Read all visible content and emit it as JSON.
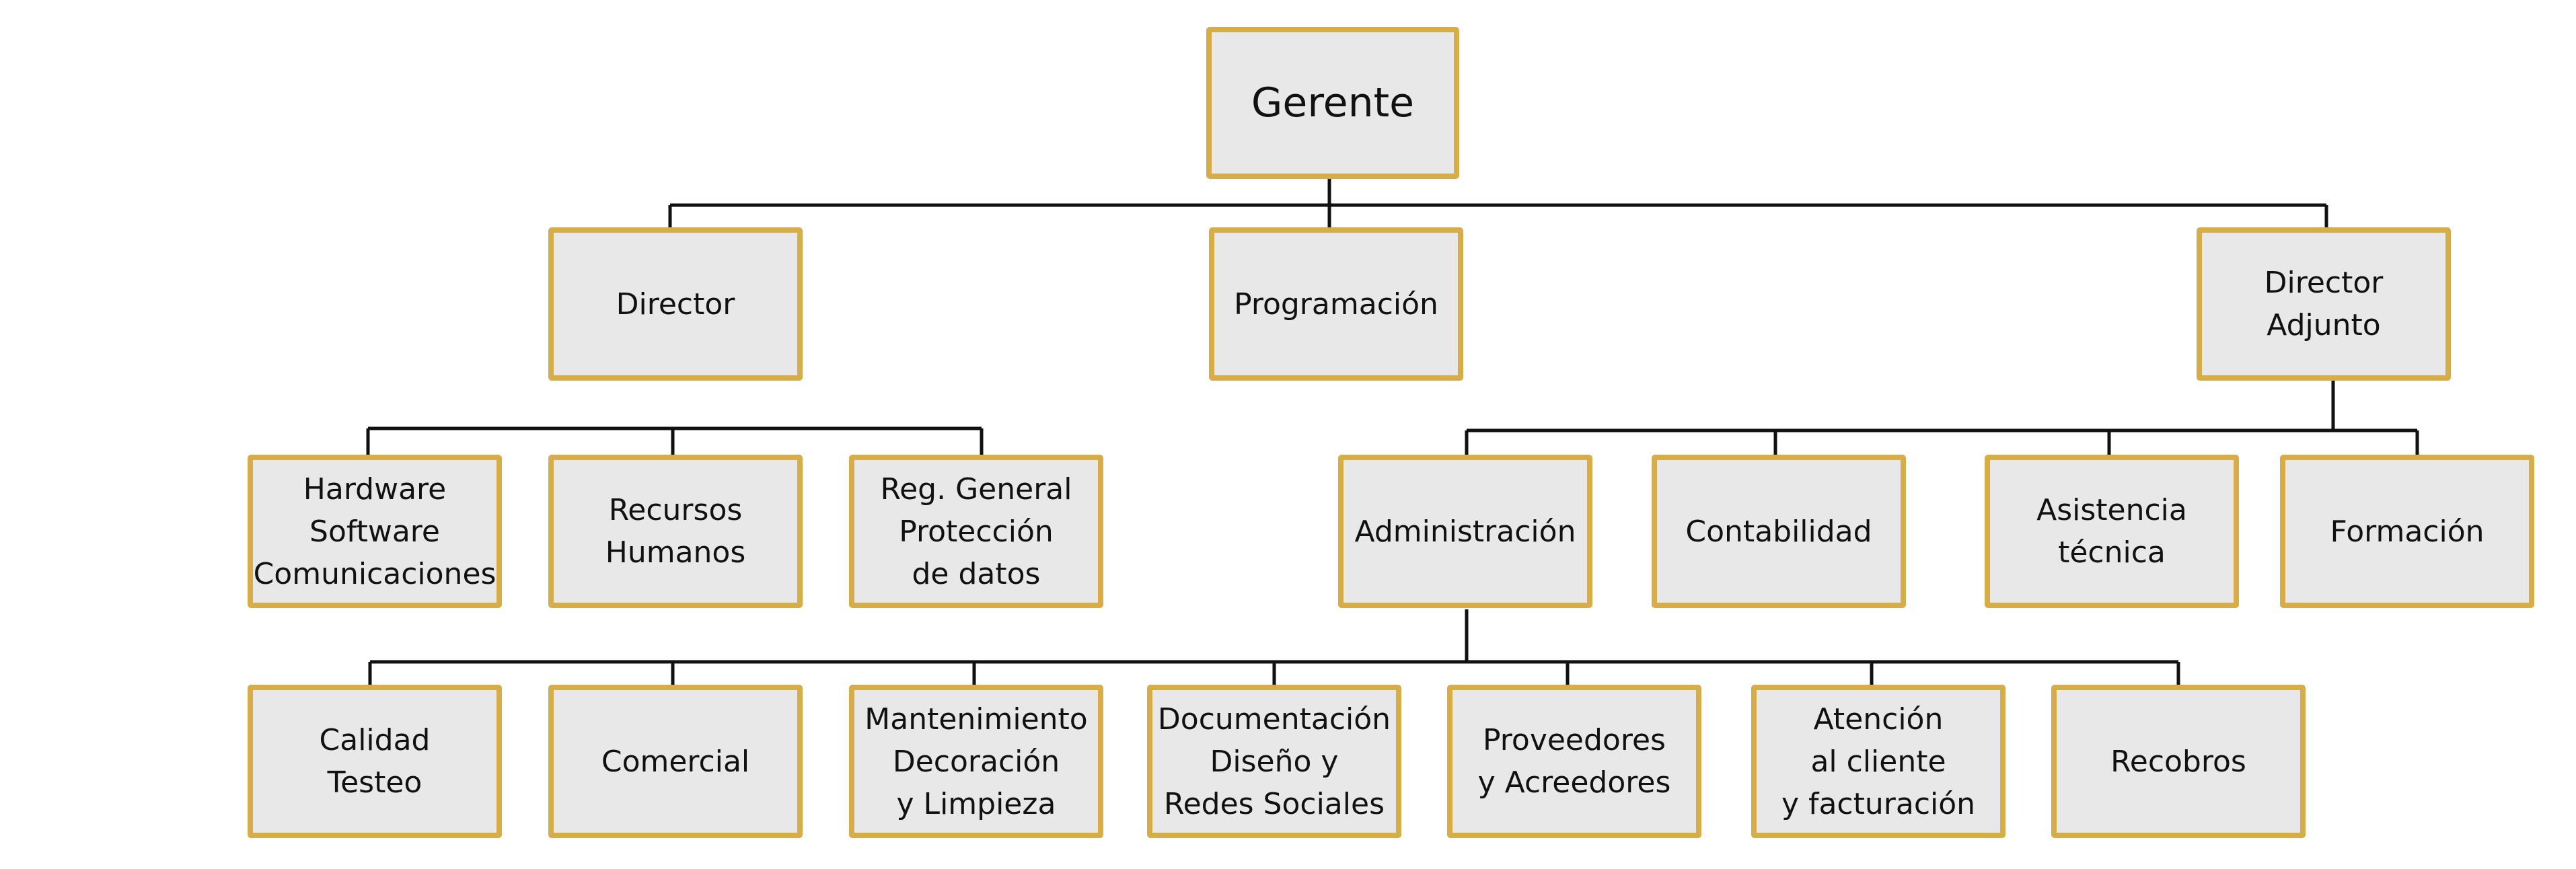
{
  "colors": {
    "box_fill": "#e8e8e8",
    "box_border": "#d6ad48",
    "connector": "#111111",
    "text": "#111111"
  },
  "nodes": {
    "gerente": "Gerente",
    "director": "Director",
    "programacion": "Programación",
    "director_adjunto": [
      "Director",
      "Adjunto"
    ],
    "hardware": [
      "Hardware",
      "Software",
      "Comunicaciones"
    ],
    "recursos_humanos": [
      "Recursos",
      "Humanos"
    ],
    "reg_general": [
      "Reg. General",
      "Protección",
      "de datos"
    ],
    "administracion": "Administración",
    "contabilidad": "Contabilidad",
    "asistencia": [
      "Asistencia",
      "técnica"
    ],
    "formacion": "Formación",
    "calidad": [
      "Calidad",
      "Testeo"
    ],
    "comercial": "Comercial",
    "mantenimiento": [
      "Mantenimiento",
      "Decoración",
      "y Limpieza"
    ],
    "documentacion": [
      "Documentación",
      "Diseño y",
      "Redes Sociales"
    ],
    "proveedores": [
      "Proveedores",
      "y Acreedores"
    ],
    "atencion": [
      "Atención",
      "al cliente",
      "y facturación"
    ],
    "recobros": "Recobros"
  }
}
